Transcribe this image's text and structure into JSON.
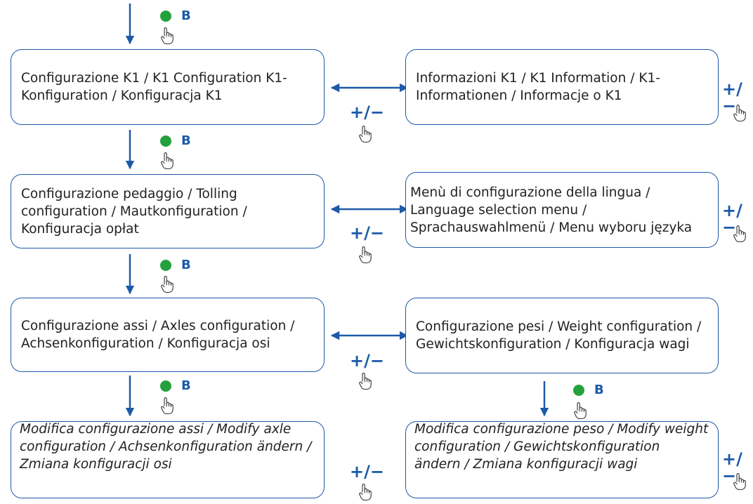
{
  "top_cut_text": "... / ... / ... / ...",
  "boxes": [
    {
      "id": "k1-config",
      "text": "Configurazione K1 / K1 Configuration K1-Konfiguration / Konfiguracja K1",
      "italic": false
    },
    {
      "id": "k1-info",
      "text": "Informazioni K1 / K1 Information / K1-Informationen / Informacje o K1",
      "italic": false
    },
    {
      "id": "tolling",
      "text": "Configurazione pedaggio / Tolling configuration / Mautkonfiguration / Konfiguracja opłat",
      "italic": false
    },
    {
      "id": "language",
      "text": "Menù di configurazione della lingua / Language selection menu / Sprachauswahlmenü / Menu wyboru języka",
      "italic": false
    },
    {
      "id": "axles",
      "text": "Configurazione assi / Axles configuration / Achsenkonfiguration / Konfiguracja osi",
      "italic": false
    },
    {
      "id": "weight",
      "text": "Configurazione pesi / Weight configuration / Gewichtskonfiguration / Konfiguracja wagi",
      "italic": false
    },
    {
      "id": "modify-axle",
      "text": "Modifica configurazione assi / Modify axle configuration / Achsenkonfiguration ändern / Zmiana konfiguracji osi",
      "italic": true
    },
    {
      "id": "modify-weight",
      "text": "Modifica configurazione peso / Modify weight configuration / Gewichtskonfiguration ändern / Zmiana konfiguracji wagi",
      "italic": true
    }
  ],
  "labels": {
    "b": "B",
    "plus_minus": "+/−"
  },
  "colors": {
    "blue": "#1c5aa8",
    "green": "#23a13c",
    "border": "#1c5aa8"
  },
  "icons": [
    "hand-pointer-icon",
    "green-dot-icon",
    "arrow-down-icon",
    "double-arrow-icon"
  ]
}
